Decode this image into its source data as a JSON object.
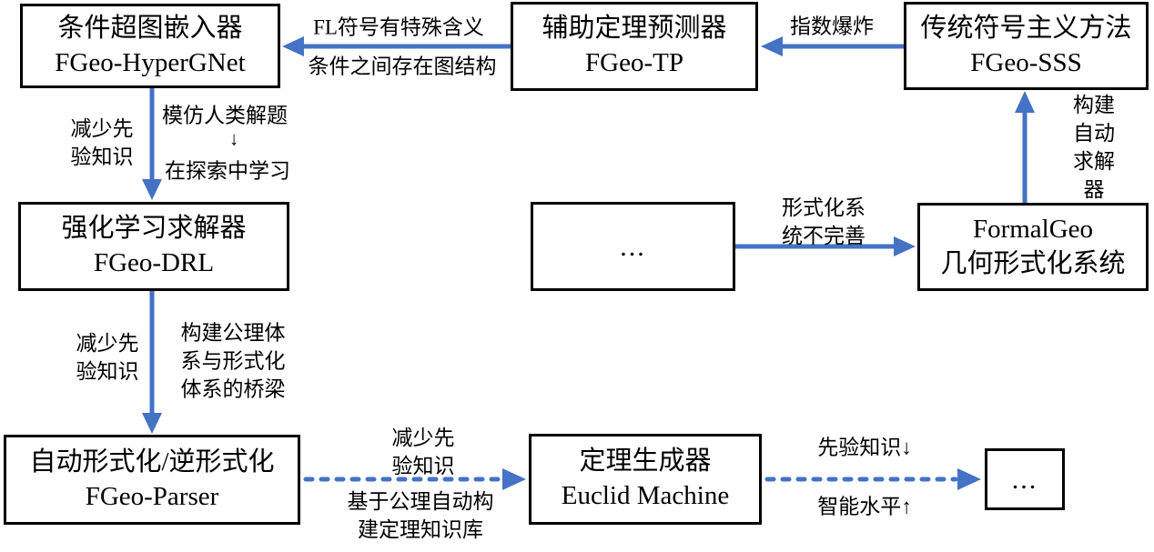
{
  "diagram_title": "FormalGeo solver ecosystem flowchart",
  "colors": {
    "arrow_blue": "#4472C4",
    "box_border": "#000000",
    "text": "#000000",
    "background": "#FFFFFF"
  },
  "nodes": {
    "hypergnet": {
      "title": "条件超图嵌入器",
      "subtitle": "FGeo-HyperGNet"
    },
    "tp": {
      "title": "辅助定理预测器",
      "subtitle": "FGeo-TP"
    },
    "sss": {
      "title": "传统符号主义方法",
      "subtitle": "FGeo-SSS"
    },
    "drl": {
      "title": "强化学习求解器",
      "subtitle": "FGeo-DRL"
    },
    "ellipsis_mid": {
      "title": "..."
    },
    "formalgeo": {
      "title": "FormalGeo",
      "subtitle": "几何形式化系统"
    },
    "parser": {
      "title": "自动形式化/逆形式化",
      "subtitle": "FGeo-Parser"
    },
    "euclid": {
      "title": "定理生成器",
      "subtitle": "Euclid Machine"
    },
    "ellipsis_end": {
      "title": "..."
    }
  },
  "edge_labels": {
    "fl_special": "FL符号有特殊含义",
    "graph_structure": "条件之间存在图结构",
    "exponential_explosion": "指数爆炸",
    "reduce_prior_knowledge_1": "减少先\n验知识",
    "imitate_human": "模仿人类解题",
    "small_down_arrow": "↓",
    "learn_in_exploration": "在探索中学习",
    "build_auto_solver": "构建自动\n求解器",
    "formal_system_incomplete": "形式化系\n统不完善",
    "reduce_prior_knowledge_2": "减少先\n验知识",
    "bridge_axiom_formal": "构建公理体\n系与形式化\n体系的桥梁",
    "reduce_prior_knowledge_3": "减少先\n验知识",
    "axiom_theorem_kb": "基于公理自动构\n建定理知识库",
    "prior_knowledge_down": "先验知识↓",
    "intelligence_up": "智能水平↑"
  }
}
